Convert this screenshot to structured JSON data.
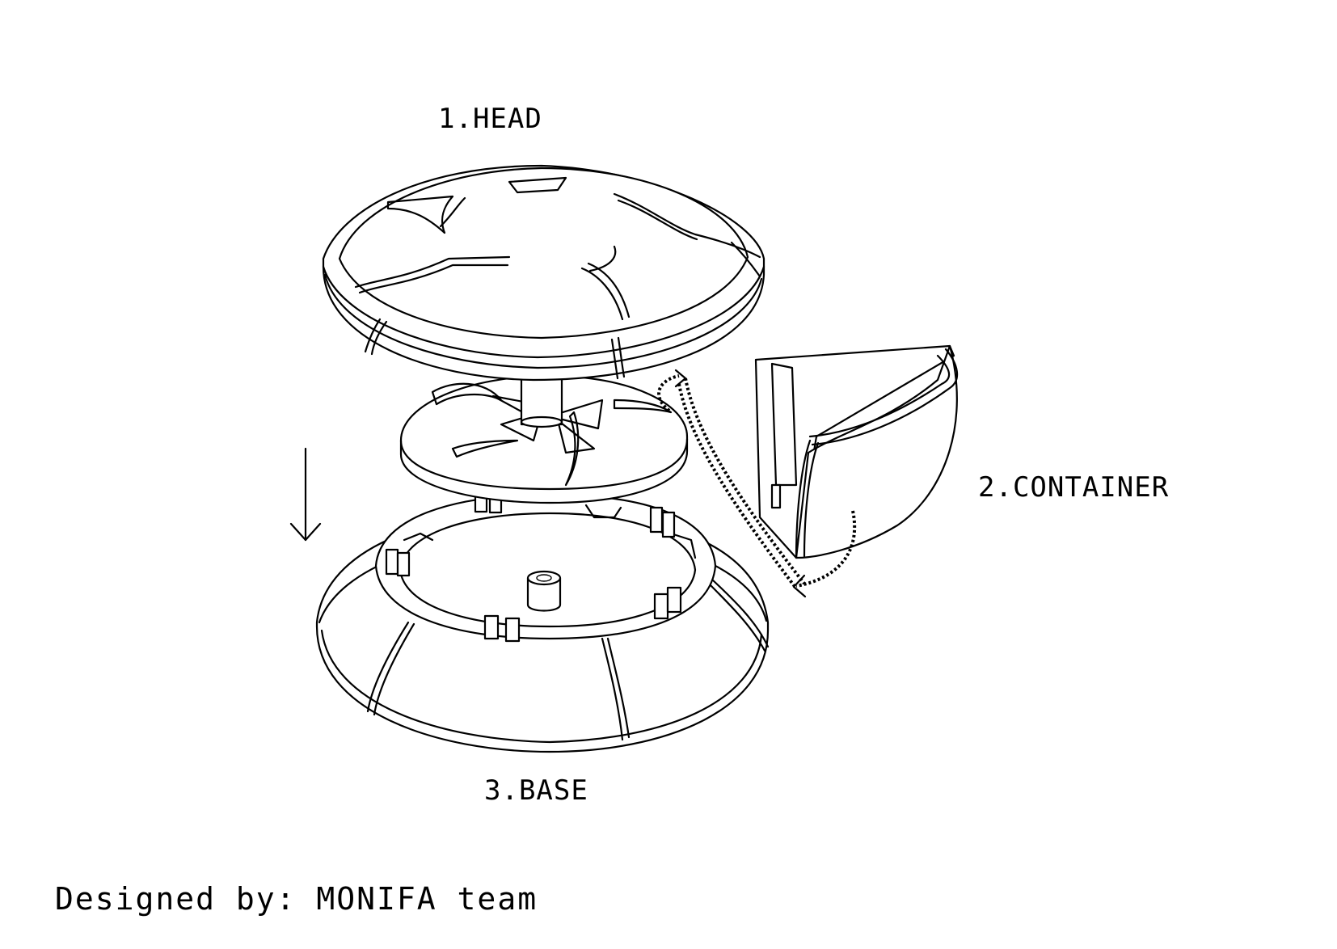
{
  "labels": {
    "head": "1.HEAD",
    "container": "2.CONTAINER",
    "base": "3.BASE"
  },
  "credit": "Designed by: MONIFA team",
  "colors": {
    "line": "#000000",
    "background": "#ffffff"
  },
  "icons": {
    "assembly_arrow": "arrow-down-icon",
    "insert_arrow": "dotted-curved-arrow-icon"
  }
}
